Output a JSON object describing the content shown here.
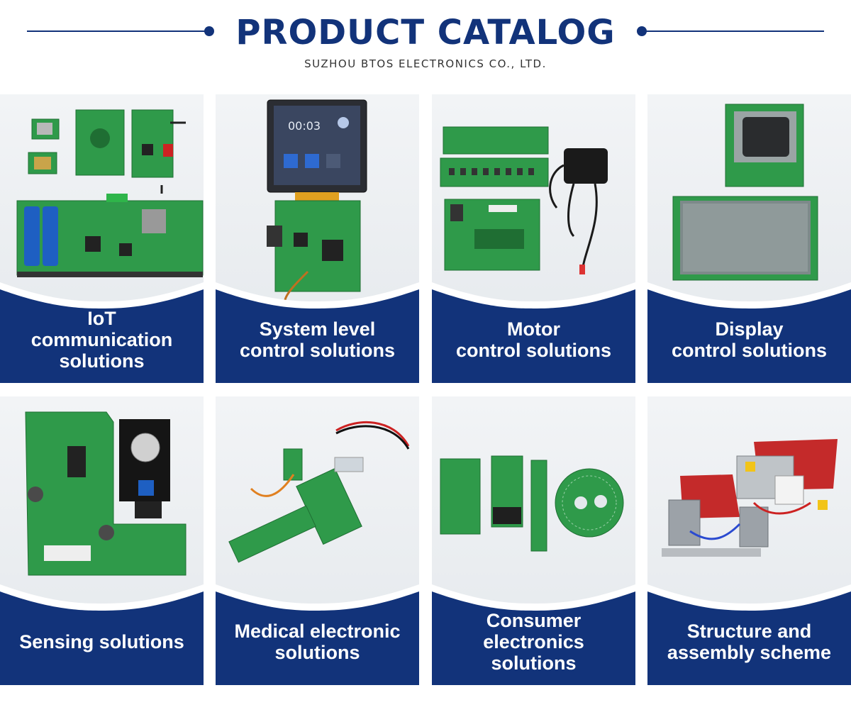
{
  "header": {
    "title": "PRODUCT CATALOG",
    "subtitle": "SUZHOU BTOS ELECTRONICS CO., LTD."
  },
  "colors": {
    "navy": "#12337a",
    "pcb_green": "#2f9a4a",
    "background": "#ffffff"
  },
  "screen_text": {
    "time": "00:03"
  },
  "cards": [
    {
      "label": "IoT\ncommunication\nsolutions"
    },
    {
      "label": "System level\ncontrol solutions"
    },
    {
      "label": "Motor\ncontrol solutions"
    },
    {
      "label": "Display\ncontrol solutions"
    },
    {
      "label": "Sensing solutions"
    },
    {
      "label": "Medical electronic\nsolutions"
    },
    {
      "label": "Consumer\nelectronics\nsolutions"
    },
    {
      "label": "Structure and\nassembly scheme"
    }
  ]
}
